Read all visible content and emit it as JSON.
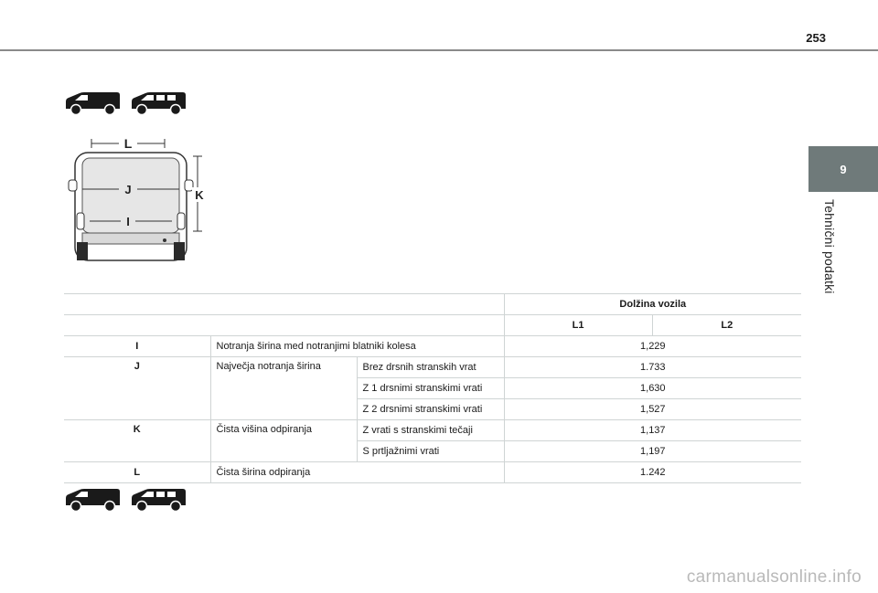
{
  "page": {
    "number": "253"
  },
  "chapter": {
    "number": "9",
    "title": "Tehnični podatki"
  },
  "diagram": {
    "label_L": "L",
    "label_J": "J",
    "label_K": "K",
    "label_I": "I"
  },
  "table": {
    "header": "Dolžina vozila",
    "col_l1": "L1",
    "col_l2": "L2",
    "rows": [
      {
        "code": "I",
        "description": "Notranja širina med notranjimi blatniki kolesa",
        "value": "1,229"
      },
      {
        "code": "J",
        "description": "Največja notranja širina",
        "sub": [
          {
            "condition": "Brez drsnih stranskih vrat",
            "value": "1.733"
          },
          {
            "condition": "Z 1 drsnimi stranskimi vrati",
            "value": "1,630"
          },
          {
            "condition": "Z 2 drsnimi stranskimi vrati",
            "value": "1,527"
          }
        ]
      },
      {
        "code": "K",
        "description": "Čista višina odpiranja",
        "sub": [
          {
            "condition": "Z vrati s stranskimi tečaji",
            "value": "1,137"
          },
          {
            "condition": "S prtljažnimi vrati",
            "value": "1,197"
          }
        ]
      },
      {
        "code": "L",
        "description": "Čista širina odpiranja",
        "value": "1.242"
      }
    ]
  },
  "footer": {
    "watermark": "carmanualsonline.info"
  },
  "icons": {
    "van": "van-icon",
    "van_glazed": "van-glazed-icon"
  }
}
